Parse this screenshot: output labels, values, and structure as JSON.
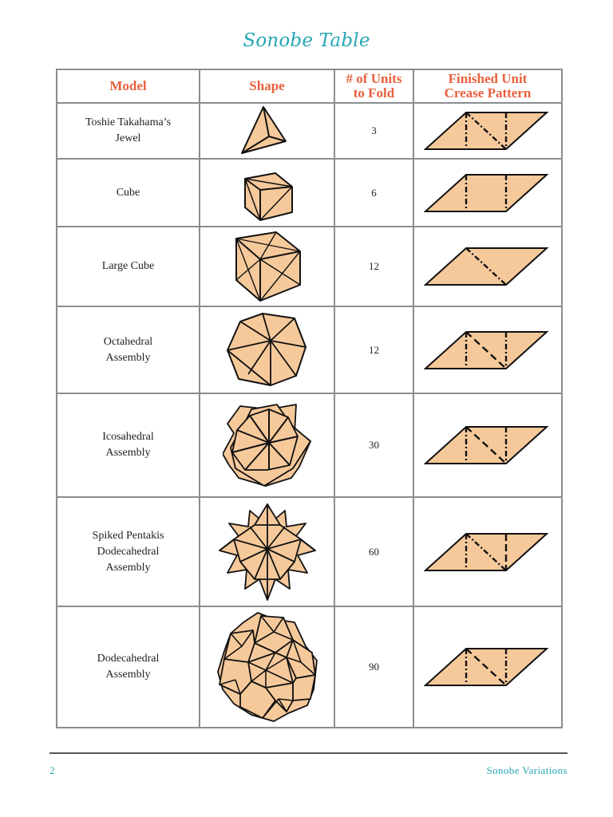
{
  "document": {
    "title": "Sonobe Table",
    "footer": {
      "page_number": "2",
      "running_title": "Sonobe Variations"
    }
  },
  "colors": {
    "title": "#26a7b5",
    "header_text": "#e8603c",
    "shape_fill": "#f6c99b",
    "grid": "#8a8d91",
    "footer_text": "#26a7b5"
  },
  "table": {
    "headers": {
      "model": "Model",
      "shape": "Shape",
      "units_line1": "# of Units",
      "units_line2": "to Fold",
      "crease_line1": "Finished Unit",
      "crease_line2": "Crease Pattern"
    },
    "rows": [
      {
        "model_line1": "Toshie Takahama’s",
        "model_line2": "Jewel",
        "model_line3": "",
        "shape_icon": "tetrahedron-icon",
        "units": "3",
        "crease_pattern": "two-verticals-with-dashdot-diagonal"
      },
      {
        "model_line1": "Cube",
        "model_line2": "",
        "model_line3": "",
        "shape_icon": "cube-icon",
        "units": "6",
        "crease_pattern": "two-verticals-only"
      },
      {
        "model_line1": "Large Cube",
        "model_line2": "",
        "model_line3": "",
        "shape_icon": "large-cube-icon",
        "units": "12",
        "crease_pattern": "diagonal-only"
      },
      {
        "model_line1": "Octahedral",
        "model_line2": "Assembly",
        "model_line3": "",
        "shape_icon": "octahedral-assembly-icon",
        "units": "12",
        "crease_pattern": "two-verticals-with-dashed-diagonal"
      },
      {
        "model_line1": "Icosahedral",
        "model_line2": "Assembly",
        "model_line3": "",
        "shape_icon": "icosahedral-assembly-icon",
        "units": "30",
        "crease_pattern": "two-verticals-with-dashed-diagonal"
      },
      {
        "model_line1": "Spiked Pentakis",
        "model_line2": "Dodecahedral",
        "model_line3": "Assembly",
        "shape_icon": "spiked-pentakis-icon",
        "units": "60",
        "crease_pattern": "dashdot-diagonal-with-dashed-right-vertical"
      },
      {
        "model_line1": "Dodecahedral",
        "model_line2": "Assembly",
        "model_line3": "",
        "shape_icon": "dodecahedral-assembly-icon",
        "units": "90",
        "crease_pattern": "two-verticals-with-dashed-diagonal"
      }
    ]
  }
}
